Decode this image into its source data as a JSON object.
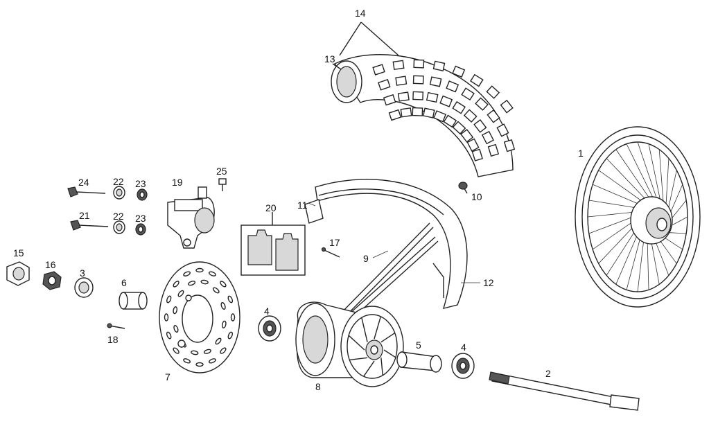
{
  "labels": {
    "p1": "1",
    "p2": "2",
    "p3": "3",
    "p4a": "4",
    "p4b": "4",
    "p5": "5",
    "p6": "6",
    "p7": "7",
    "p8": "8",
    "p9": "9",
    "p10": "10",
    "p11": "11",
    "p12": "12",
    "p13": "13",
    "p14": "14",
    "p15": "15",
    "p16": "16",
    "p17": "17",
    "p18": "18",
    "p19": "19",
    "p20": "20",
    "p21": "21",
    "p22a": "22",
    "p22b": "22",
    "p23a": "23",
    "p23b": "23",
    "p24": "24",
    "p25": "25"
  }
}
